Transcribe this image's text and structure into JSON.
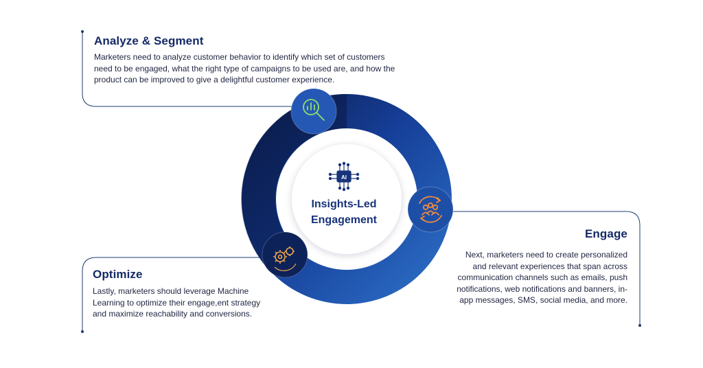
{
  "center": {
    "chip_label": "AI",
    "title_line1": "Insights-Led",
    "title_line2": "Engagement"
  },
  "stages": {
    "analyze": {
      "title": "Analyze & Segment",
      "line1": "Marketers need to analyze customer behavior to identify which set of customers",
      "line2": "need to be engaged, what the right type of campaigns to be used are, and how the",
      "line3": "product can be improved to give a delightful customer experience.",
      "icon": "analytics-magnifier-icon"
    },
    "engage": {
      "title": "Engage",
      "line1": "Next, marketers need to create personalized",
      "line2": "and relevant experiences that span across",
      "line3": "communication channels such as emails, push",
      "line4": "notifications, web notifications and banners, in-",
      "line5": "app messages, SMS, social media, and more.",
      "icon": "people-cycle-icon"
    },
    "optimize": {
      "title": "Optimize",
      "line1": "Lastly, marketers should leverage Machine",
      "line2": "Learning to optimize their engage,ent strategy",
      "line3": "and maximize reachability and conversions.",
      "icon": "gears-icon"
    }
  },
  "colors": {
    "ring_dark": "#0c1f52",
    "ring_mid": "#1a4aa8",
    "ring_light": "#2f73c9",
    "icon_green": "#8fe06a",
    "icon_orange": "#f08a3c",
    "heading": "#142a66",
    "connector": "#1f3b6e"
  }
}
